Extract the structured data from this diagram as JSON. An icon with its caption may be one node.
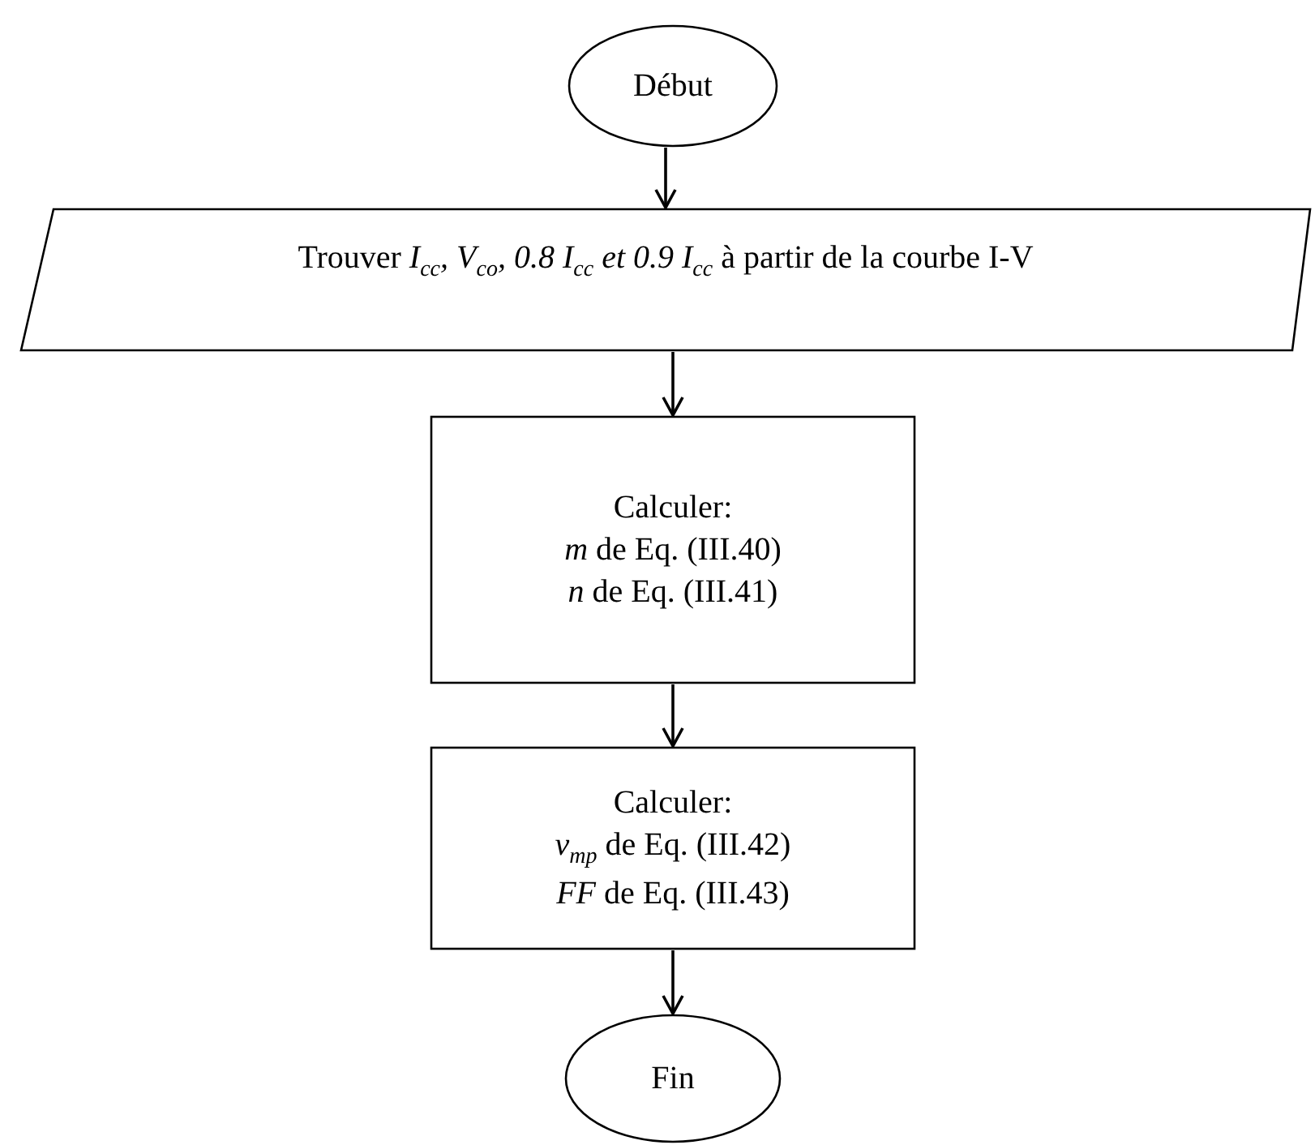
{
  "diagram": {
    "nodes": [
      {
        "text": [
          "Début"
        ]
      },
      {
        "text": [
          "Trouver *I*$_{cc}$*, V*$_{co}$*, 0.8 I*$_{cc}$ *et 0.9 I*$_{cc}$ à partir de la courbe I-V"
        ]
      },
      {
        "text": [
          "Calculer:",
          "*m* de Eq. (III.40)",
          "*n* de Eq. (III.41)"
        ]
      },
      {
        "text": [
          "Calculer:",
          "*v*$_{mp}$ de Eq. (III.42)",
          "*FF* de Eq. (III.43)"
        ]
      },
      {
        "text": [
          "Fin"
        ]
      }
    ],
    "edges": [
      {
        "from": 0,
        "to": 1,
        "arrow": "to"
      },
      {
        "from": 1,
        "to": 2,
        "arrow": "to"
      },
      {
        "from": 2,
        "to": 3,
        "arrow": "to"
      },
      {
        "from": 3,
        "to": 4,
        "arrow": "to"
      }
    ]
  }
}
